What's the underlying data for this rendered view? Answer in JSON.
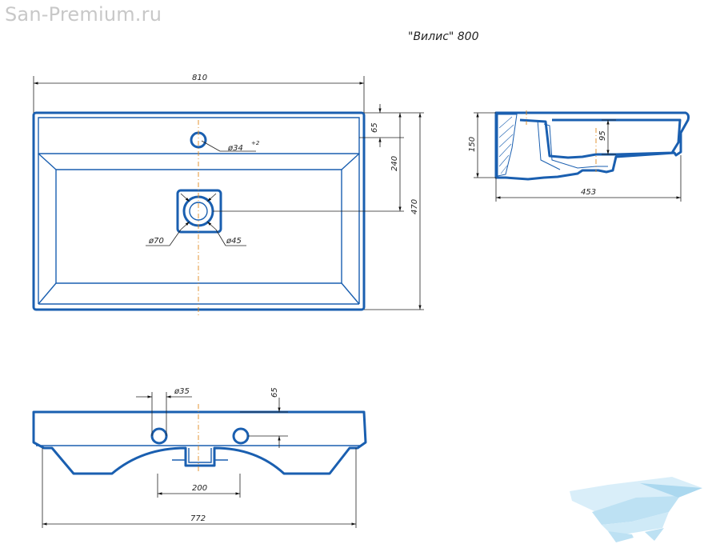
{
  "watermark": "San-Premium.ru",
  "model_title": "\"Вилис\" 800",
  "top_view": {
    "width": "810",
    "depth": "470",
    "ledge": "65",
    "drain_offset": "240",
    "tap_hole": "ø34",
    "tap_hole_tol": "+2",
    "drain_outer": "ø70",
    "drain_inner": "ø45"
  },
  "side_view": {
    "height": "150",
    "bowl_depth": "95",
    "depth": "453"
  },
  "front_view": {
    "hole": "ø35",
    "hole_offset": "65",
    "bottom_span": "200",
    "overall": "772"
  },
  "colors": {
    "outline": "#1a5fb0",
    "axis": "#e08a20",
    "dimension": "#222222",
    "logo": "#a8d8f0"
  },
  "icons": [
    "bathtub-logo-icon"
  ]
}
